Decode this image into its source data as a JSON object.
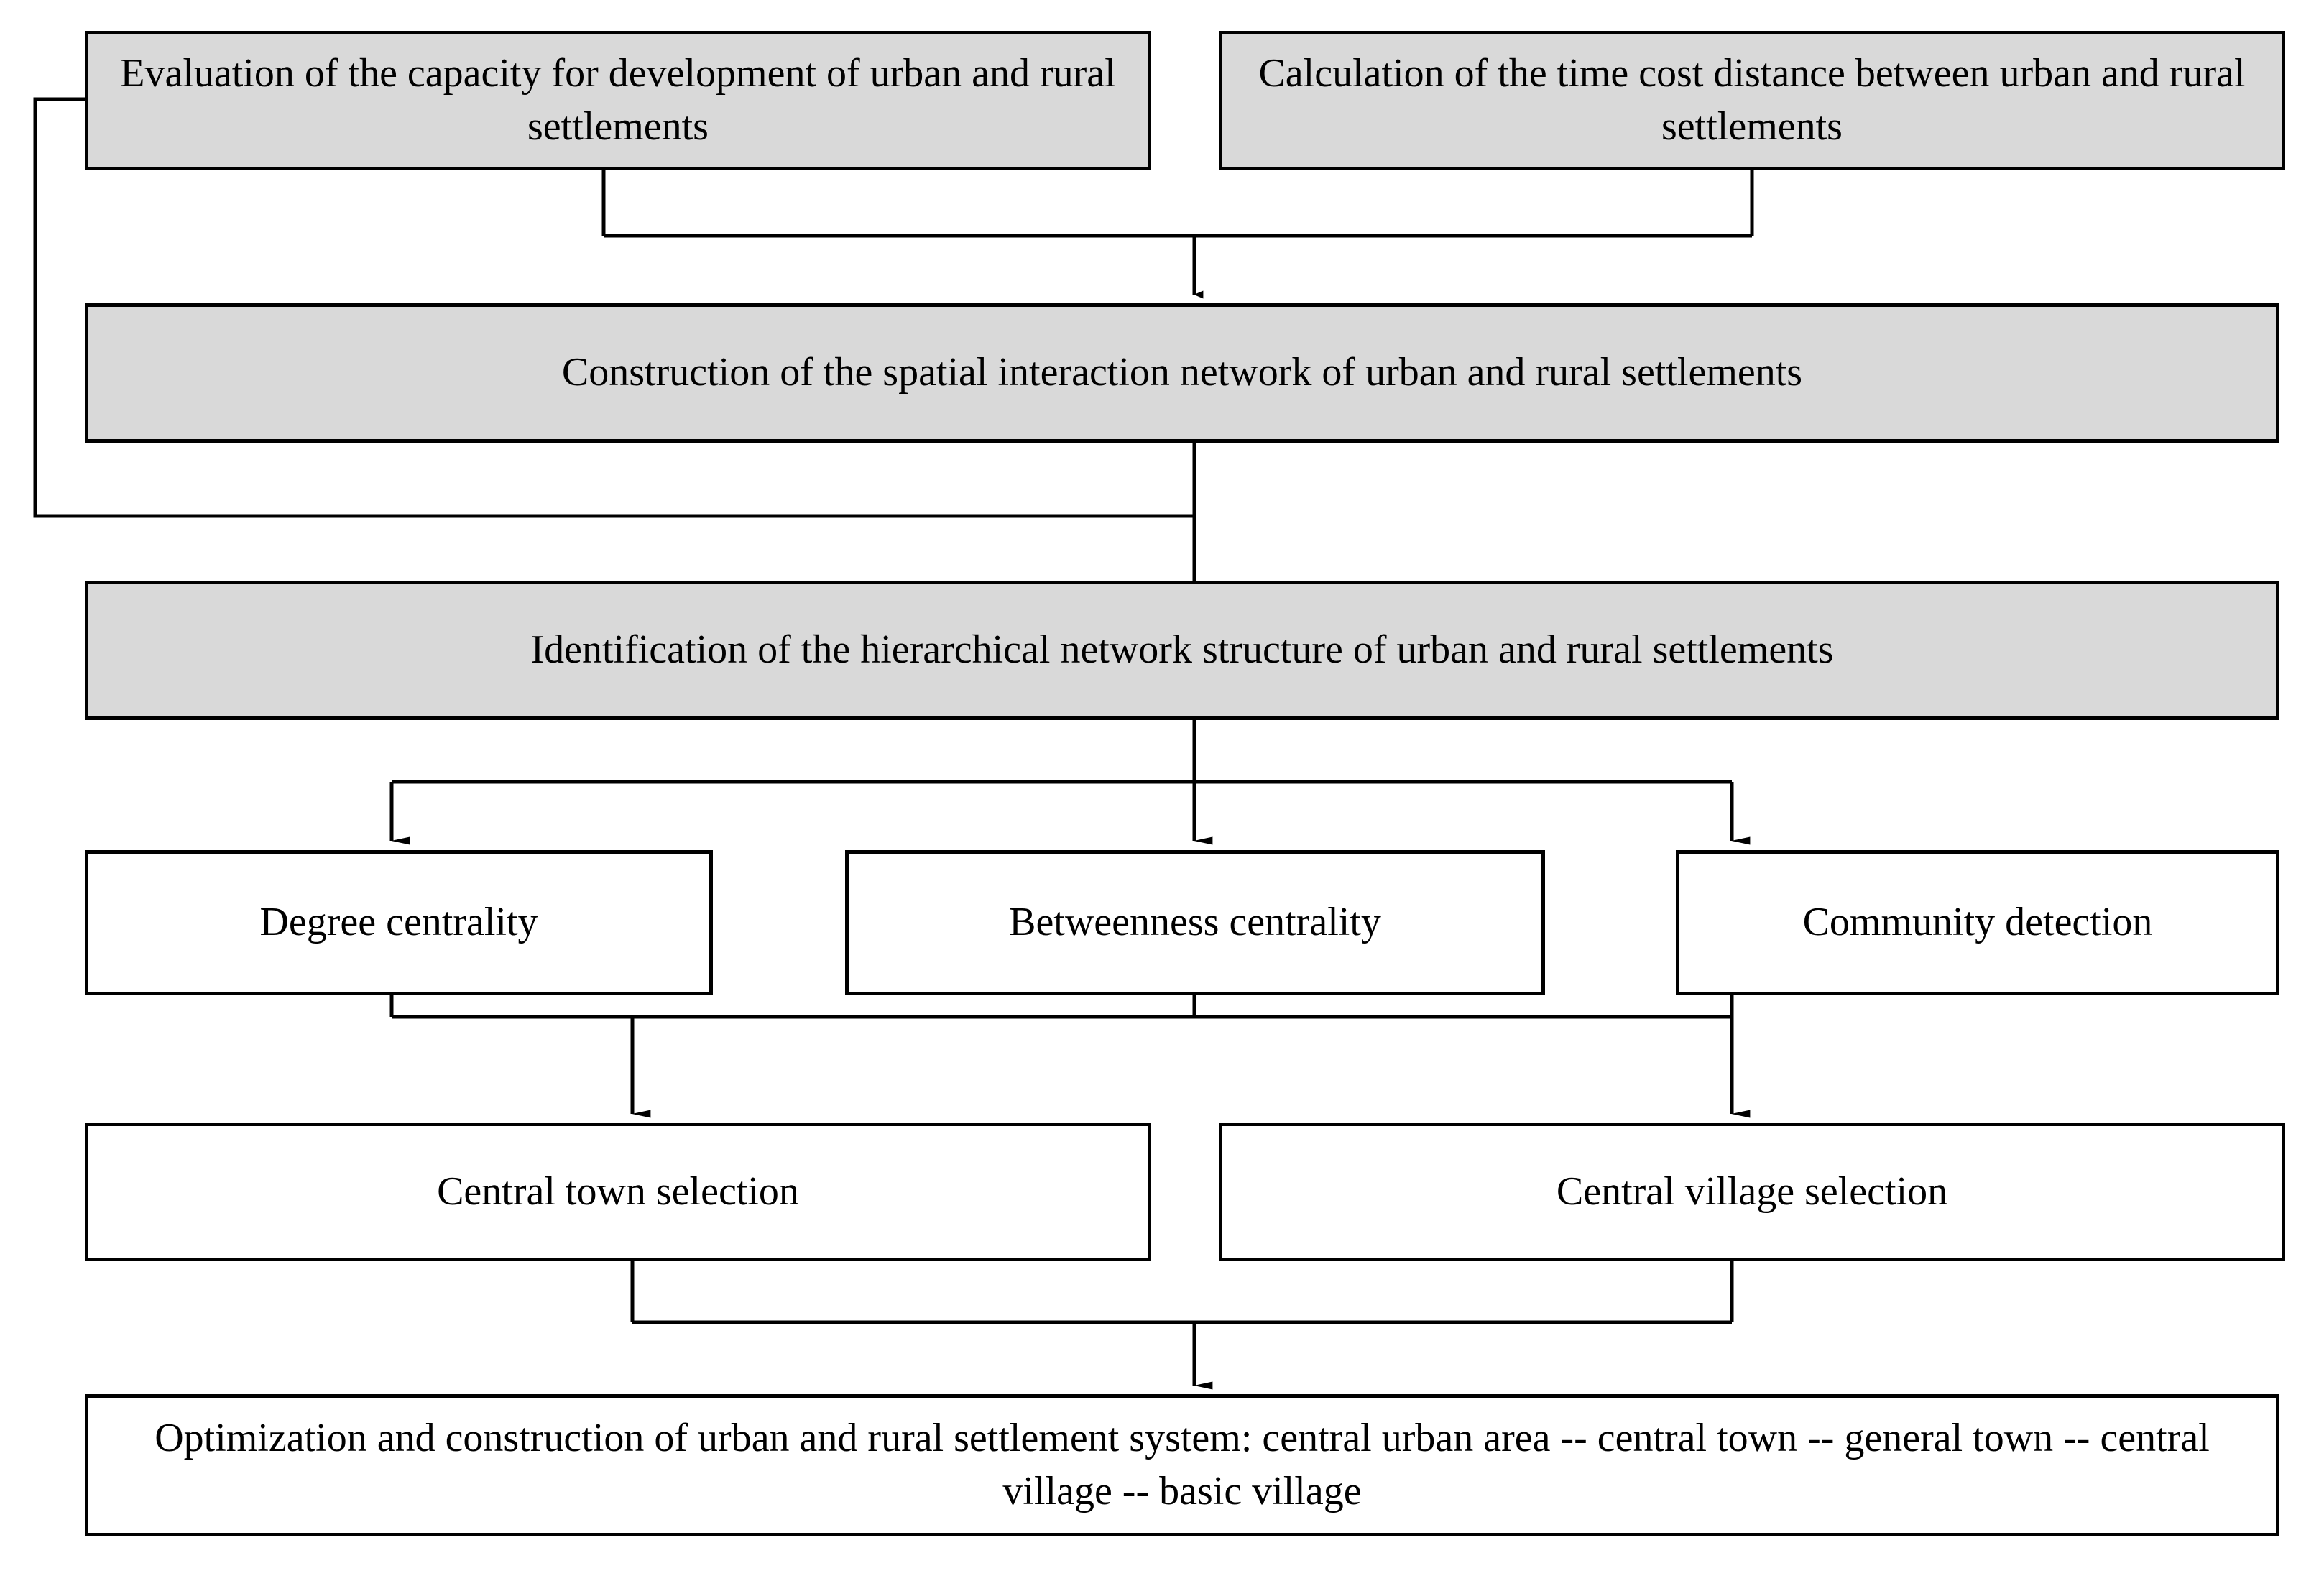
{
  "diagram": {
    "title": "Urban and rural settlement system research framework flowchart",
    "colors": {
      "filled_box_fill": "#d9d9d9",
      "plain_box_fill": "#ffffff",
      "stroke": "#000000",
      "background": "#ffffff"
    },
    "nodes": [
      {
        "id": "evaluation-capacity",
        "label": "Evaluation of the capacity for development of urban and rural settlements",
        "style": "filled"
      },
      {
        "id": "time-cost-distance",
        "label": "Calculation of the time cost distance between urban and rural settlements",
        "style": "filled"
      },
      {
        "id": "spatial-interaction-network",
        "label": "Construction of the spatial interaction network of urban and rural settlements",
        "style": "filled"
      },
      {
        "id": "hierarchical-network-structure",
        "label": "Identification of the hierarchical network structure of urban and rural settlements",
        "style": "filled"
      },
      {
        "id": "degree-centrality",
        "label": "Degree centrality",
        "style": "plain"
      },
      {
        "id": "betweenness-centrality",
        "label": "Betweenness centrality",
        "style": "plain"
      },
      {
        "id": "community-detection",
        "label": "Community detection",
        "style": "plain"
      },
      {
        "id": "central-town-selection",
        "label": "Central town selection",
        "style": "plain"
      },
      {
        "id": "central-village-selection",
        "label": "Central village selection",
        "style": "plain"
      },
      {
        "id": "optimization-construction",
        "label": "Optimization and construction of  urban and rural settlement system: central urban area -- central town -- general town -- central village -- basic village",
        "style": "plain"
      }
    ],
    "edges": [
      {
        "from": "evaluation-capacity",
        "to": "spatial-interaction-network",
        "type": "elbow-down-arrow"
      },
      {
        "from": "time-cost-distance",
        "to": "spatial-interaction-network",
        "type": "elbow-down-arrow"
      },
      {
        "from": "evaluation-capacity",
        "to": "hierarchical-network-structure",
        "type": "left-feedback-elbow"
      },
      {
        "from": "spatial-interaction-network",
        "to": "hierarchical-network-structure",
        "type": "straight-down-arrow"
      },
      {
        "from": "hierarchical-network-structure",
        "to": "degree-centrality",
        "type": "fan-out-arrow"
      },
      {
        "from": "hierarchical-network-structure",
        "to": "betweenness-centrality",
        "type": "fan-out-arrow"
      },
      {
        "from": "hierarchical-network-structure",
        "to": "community-detection",
        "type": "fan-out-arrow"
      },
      {
        "from": "degree-centrality",
        "to": "central-town-selection",
        "type": "merge-down-arrow"
      },
      {
        "from": "betweenness-centrality",
        "to": "central-town-selection",
        "type": "merge-down-arrow"
      },
      {
        "from": "betweenness-centrality",
        "to": "central-village-selection",
        "type": "merge-down-arrow"
      },
      {
        "from": "community-detection",
        "to": "central-village-selection",
        "type": "merge-down-arrow"
      },
      {
        "from": "central-town-selection",
        "to": "optimization-construction",
        "type": "merge-down-arrow"
      },
      {
        "from": "central-village-selection",
        "to": "optimization-construction",
        "type": "merge-down-arrow"
      }
    ]
  }
}
